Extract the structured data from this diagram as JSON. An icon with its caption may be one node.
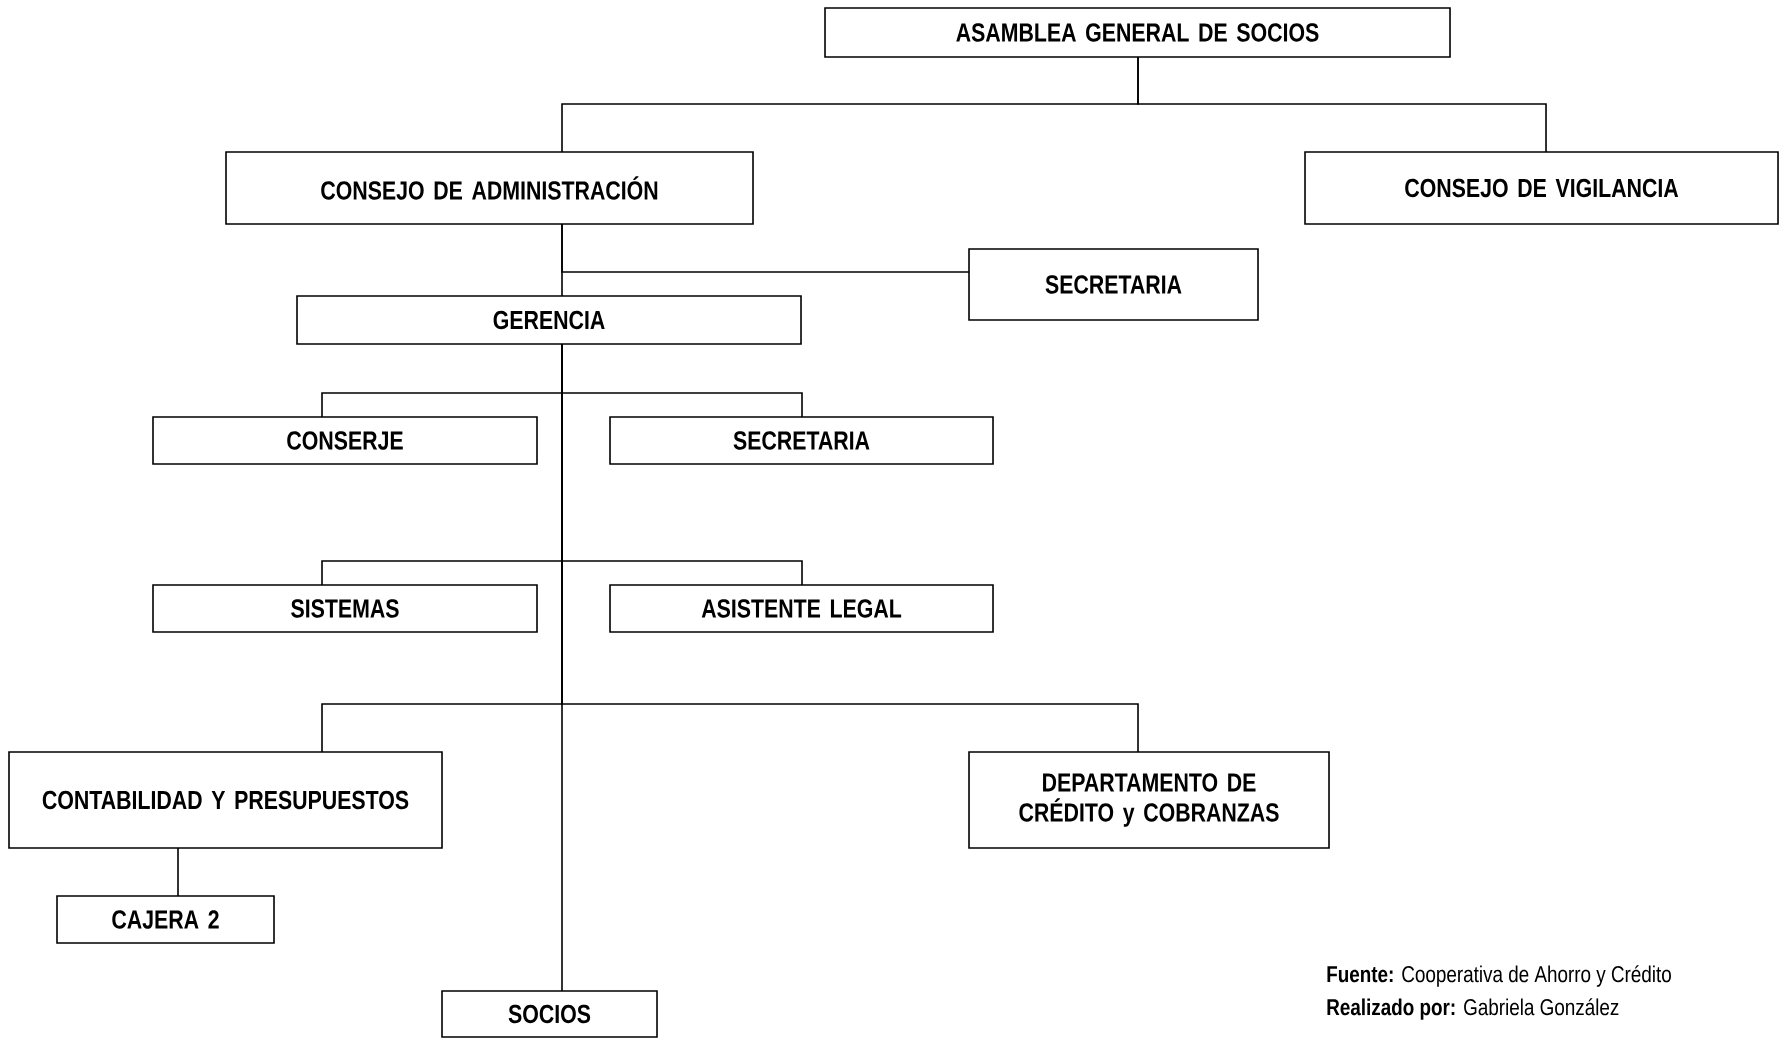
{
  "diagram": {
    "nodes": [
      {
        "text": [
          "ASAMBLEA GENERAL DE SOCIOS"
        ]
      },
      {
        "text": [
          "CONSEJO DE ADMINISTRACIÓN"
        ]
      },
      {
        "text": [
          "CONSEJO DE VIGILANCIA"
        ]
      },
      {
        "text": [
          "SECRETARIA"
        ]
      },
      {
        "text": [
          "GERENCIA"
        ]
      },
      {
        "text": [
          "CONSERJE"
        ]
      },
      {
        "text": [
          "SECRETARIA"
        ]
      },
      {
        "text": [
          "SISTEMAS"
        ]
      },
      {
        "text": [
          "ASISTENTE LEGAL"
        ]
      },
      {
        "text": [
          "CONTABILIDAD Y PRESUPUESTOS"
        ]
      },
      {
        "text": [
          "DEPARTAMENTO DE CRÉDITO y COBRANZAS"
        ]
      },
      {
        "text": [
          "CAJERA 2"
        ]
      },
      {
        "text": [
          "SOCIOS"
        ]
      }
    ],
    "edges": [
      {
        "from": 0,
        "to": 1,
        "arrow": "none"
      },
      {
        "from": 0,
        "to": 2,
        "arrow": "none"
      },
      {
        "from": 1,
        "to": 3,
        "arrow": "none"
      },
      {
        "from": 1,
        "to": 4,
        "arrow": "none"
      },
      {
        "from": 4,
        "to": 5,
        "arrow": "none"
      },
      {
        "from": 4,
        "to": 6,
        "arrow": "none"
      },
      {
        "from": 4,
        "to": 7,
        "arrow": "none"
      },
      {
        "from": 4,
        "to": 8,
        "arrow": "none"
      },
      {
        "from": 4,
        "to": 9,
        "arrow": "none"
      },
      {
        "from": 4,
        "to": 10,
        "arrow": "none"
      },
      {
        "from": 9,
        "to": 11,
        "arrow": "none"
      },
      {
        "from": 4,
        "to": 12,
        "arrow": "none"
      }
    ],
    "labels": [
      "**Fuente:** Cooperativa de Ahorro y Crédito",
      "**Realizado por:** Gabriela González"
    ]
  }
}
